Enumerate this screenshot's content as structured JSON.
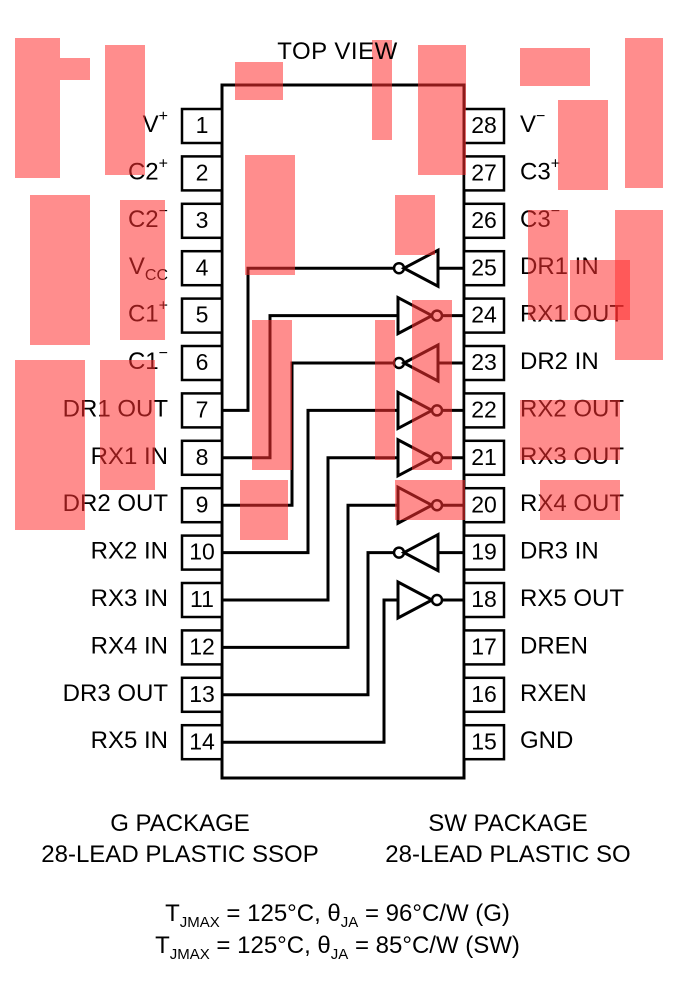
{
  "header": {
    "title": "TOP VIEW"
  },
  "pins_left": [
    {
      "num": "1",
      "base": "V",
      "sup": "+",
      "sub": ""
    },
    {
      "num": "2",
      "base": "C2",
      "sup": "+",
      "sub": ""
    },
    {
      "num": "3",
      "base": "C2",
      "sup": "−",
      "sub": ""
    },
    {
      "num": "4",
      "base": "V",
      "sup": "",
      "sub": "CC"
    },
    {
      "num": "5",
      "base": "C1",
      "sup": "+",
      "sub": ""
    },
    {
      "num": "6",
      "base": "C1",
      "sup": "−",
      "sub": ""
    },
    {
      "num": "7",
      "base": "DR1 OUT",
      "sup": "",
      "sub": ""
    },
    {
      "num": "8",
      "base": "RX1 IN",
      "sup": "",
      "sub": ""
    },
    {
      "num": "9",
      "base": "DR2 OUT",
      "sup": "",
      "sub": ""
    },
    {
      "num": "10",
      "base": "RX2 IN",
      "sup": "",
      "sub": ""
    },
    {
      "num": "11",
      "base": "RX3 IN",
      "sup": "",
      "sub": ""
    },
    {
      "num": "12",
      "base": "RX4 IN",
      "sup": "",
      "sub": ""
    },
    {
      "num": "13",
      "base": "DR3 OUT",
      "sup": "",
      "sub": ""
    },
    {
      "num": "14",
      "base": "RX5 IN",
      "sup": "",
      "sub": ""
    }
  ],
  "pins_right": [
    {
      "num": "28",
      "base": "V",
      "sup": "−",
      "sub": ""
    },
    {
      "num": "27",
      "base": "C3",
      "sup": "+",
      "sub": ""
    },
    {
      "num": "26",
      "base": "C3",
      "sup": "−",
      "sub": ""
    },
    {
      "num": "25",
      "base": "DR1 IN",
      "sup": "",
      "sub": ""
    },
    {
      "num": "24",
      "base": "RX1 OUT",
      "sup": "",
      "sub": ""
    },
    {
      "num": "23",
      "base": "DR2 IN",
      "sup": "",
      "sub": ""
    },
    {
      "num": "22",
      "base": "RX2 OUT",
      "sup": "",
      "sub": ""
    },
    {
      "num": "21",
      "base": "RX3 OUT",
      "sup": "",
      "sub": ""
    },
    {
      "num": "20",
      "base": "RX4 OUT",
      "sup": "",
      "sub": ""
    },
    {
      "num": "19",
      "base": "DR3 IN",
      "sup": "",
      "sub": ""
    },
    {
      "num": "18",
      "base": "RX5 OUT",
      "sup": "",
      "sub": ""
    },
    {
      "num": "17",
      "base": "DREN",
      "sup": "",
      "sub": ""
    },
    {
      "num": "16",
      "base": "RXEN",
      "sup": "",
      "sub": ""
    },
    {
      "num": "15",
      "base": "GND",
      "sup": "",
      "sub": ""
    }
  ],
  "packages": {
    "left": {
      "line1": "G PACKAGE",
      "line2": "28-LEAD PLASTIC SSOP"
    },
    "right": {
      "line1": "SW PACKAGE",
      "line2": "28-LEAD PLASTIC SO"
    }
  },
  "thermal": [
    {
      "t": "T",
      "t_sub": "JMAX",
      "mid": " = 125°C, θ",
      "ja_sub": "JA",
      "tail": " = 96°C/W (G)"
    },
    {
      "t": "T",
      "t_sub": "JMAX",
      "mid": " = 125°C, θ",
      "ja_sub": "JA",
      "tail": " = 85°C/W (SW)"
    }
  ],
  "colors": {
    "ink": "#000000",
    "watermark": "#ff3030"
  }
}
